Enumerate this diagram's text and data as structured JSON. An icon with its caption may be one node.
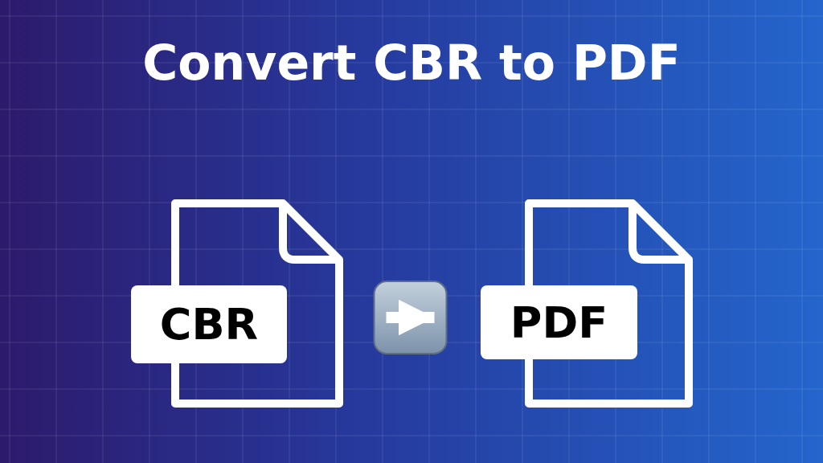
{
  "diagram": {
    "title": "Convert CBR to PDF",
    "nodes": [
      {
        "text": [
          "CBR"
        ]
      },
      {
        "text": [
          "PDF"
        ]
      }
    ],
    "edges": [
      {
        "from": 0,
        "to": 1,
        "arrow": "to"
      }
    ]
  }
}
